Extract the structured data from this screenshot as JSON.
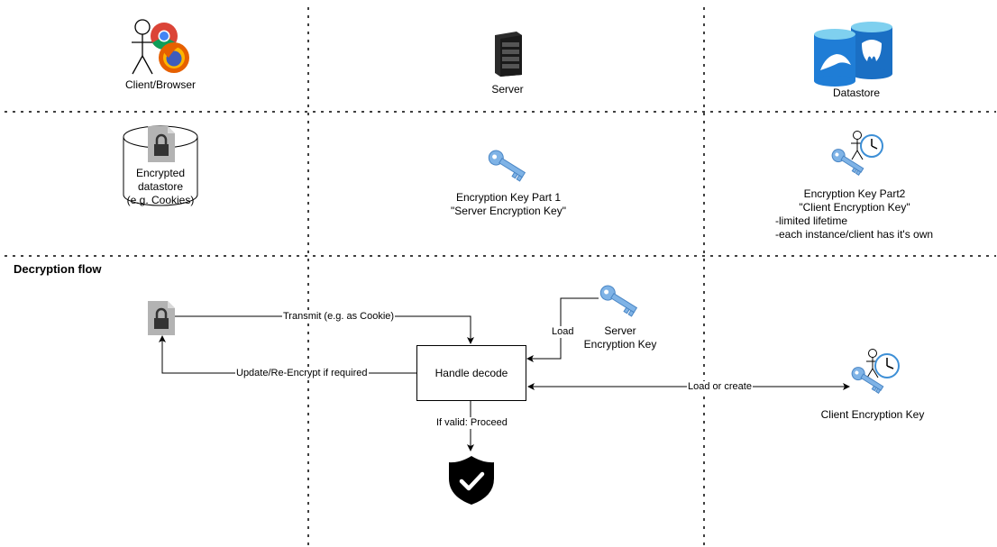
{
  "columns": {
    "client": "Client/Browser",
    "server": "Server",
    "datastore": "Datastore"
  },
  "keys": {
    "encrypted_store": [
      "Encrypted",
      "datastore",
      "(e.g. Cookies)"
    ],
    "server_key": [
      "Encryption Key Part 1",
      "\"Server Encryption Key\""
    ],
    "client_key": [
      "Encryption Key Part2",
      "\"Client Encryption Key\"",
      "-limited lifetime",
      "-each instance/client has it's own"
    ]
  },
  "flow": {
    "title": "Decryption flow",
    "handle_decode": "Handle decode",
    "server_key_label": [
      "Server",
      "Encryption Key"
    ],
    "client_key_label": "Client Encryption Key",
    "edges": {
      "transmit": "Transmit (e.g. as Cookie)",
      "update": "Update/Re-Encrypt if required",
      "load": "Load",
      "load_or_create": "Load or create",
      "if_valid": "If valid: Proceed"
    }
  },
  "colors": {
    "browser_red": "#db4437",
    "browser_yellow": "#f4b400",
    "browser_green": "#0f9d58",
    "firefox_orange": "#e66000",
    "key_blue": "#7fb3e6",
    "datastore_blue": "#1a6fc4",
    "datastore_light": "#7fd0ef",
    "lock_gray": "#b3b3b3",
    "shield_black": "#000000"
  },
  "icons": [
    "user-actor-icon",
    "chrome-icon",
    "firefox-icon",
    "server-rack-icon",
    "mysql-db-icon",
    "postgres-db-icon",
    "padlock-file-icon",
    "key-icon",
    "clock-icon",
    "shield-check-icon"
  ]
}
